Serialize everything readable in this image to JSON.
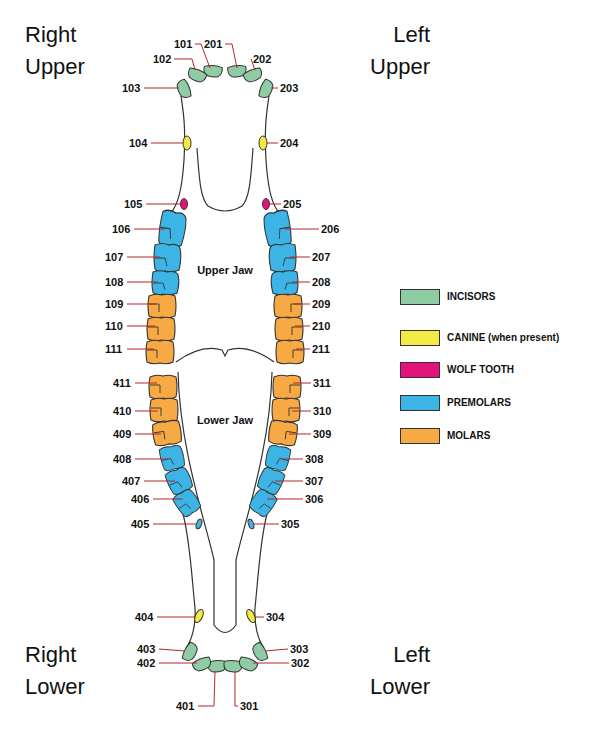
{
  "diagram": {
    "labels": [
      "Right Upper",
      "Left Upper",
      "101",
      "201",
      "102",
      "202",
      "103",
      "203",
      "104",
      "204",
      "105",
      "205",
      "106",
      "206",
      "107",
      "207",
      "108",
      "208",
      "109",
      "209",
      "110",
      "210",
      "111",
      "211",
      "Upper Jaw",
      "411",
      "311",
      "410",
      "310",
      "409",
      "309",
      "Lower Jaw",
      "408",
      "308",
      "407",
      "307",
      "406",
      "306",
      "405",
      "305",
      "404",
      "304",
      "403",
      "303",
      "402",
      "302",
      "401",
      "301",
      "Right Lower",
      "Left Lower"
    ],
    "legend": [
      {
        "text": "INCISORS",
        "color": "#8fcca4"
      },
      {
        "text": "CANINE (when present)",
        "color": "#f3ea45"
      },
      {
        "text": "WOLF TOOTH",
        "color": "#e4137c"
      },
      {
        "text": "PREMOLARS",
        "color": "#3db4e6"
      },
      {
        "text": "MOLARS",
        "color": "#f7a944"
      }
    ]
  }
}
